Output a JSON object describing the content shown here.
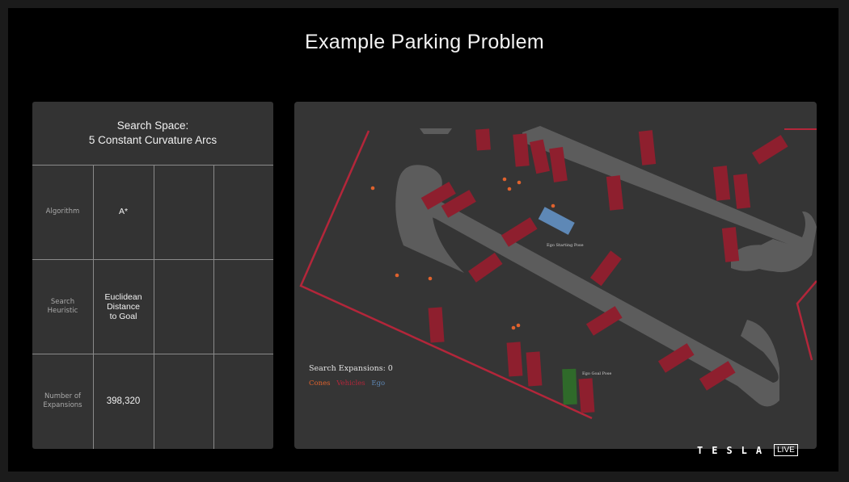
{
  "slide": {
    "title": "Example Parking Problem"
  },
  "panel": {
    "heading_line1": "Search Space:",
    "heading_line2": "5 Constant Curvature Arcs",
    "rows": [
      {
        "label_lines": [
          "Algorithm"
        ],
        "value_lines": [
          "A*"
        ]
      },
      {
        "label_lines": [
          "Search",
          "Heuristic"
        ],
        "value_lines": [
          "Euclidean",
          "Distance",
          "to Goal"
        ]
      },
      {
        "label_lines": [
          "Number of",
          "Expansions"
        ],
        "value_lines": [
          "398,320"
        ]
      }
    ]
  },
  "sim": {
    "search_expansions": "Search Expansions: 0",
    "legend": {
      "cones": "Cones",
      "vehicles": "Vehicles",
      "ego": "Ego"
    },
    "ego_start_label": "Ego Starting Pose",
    "ego_goal_label": "Ego Goal Pose",
    "colors": {
      "background": "#353535",
      "road": "#5c5c5c",
      "vehicle": "#8e1f2e",
      "boundary": "#b3263a",
      "cone": "#e0622d",
      "ego_start": "#5e88b6",
      "ego_goal": "#2f6a2a"
    }
  },
  "brand": {
    "word": "TESLA",
    "live": "LIVE"
  }
}
